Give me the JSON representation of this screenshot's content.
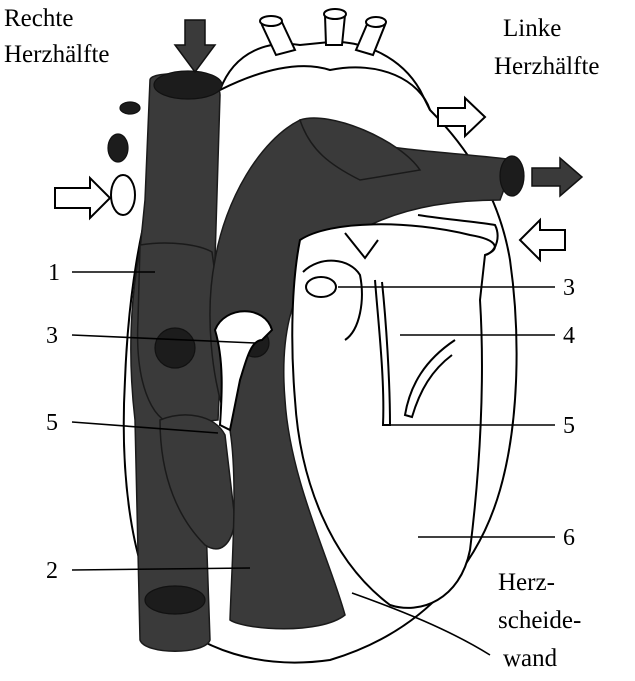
{
  "headers": {
    "right_half_line1": "Rechte",
    "right_half_line2": "Herzhälfte",
    "left_half_line1": "Linke",
    "left_half_line2": "Herzhälfte"
  },
  "labels": {
    "l1": "1",
    "l3_left": "3",
    "l5_left": "5",
    "l2": "2",
    "l3_right": "3",
    "l4": "4",
    "l5_right": "5",
    "l6": "6",
    "septum_line1": "Herz-",
    "septum_line2": "scheide-",
    "septum_line3": "wand"
  },
  "colors": {
    "blood_dark": "#3a3a3a",
    "outline": "#000000"
  }
}
